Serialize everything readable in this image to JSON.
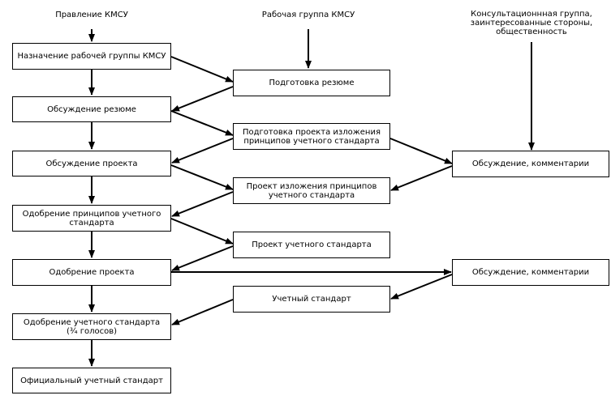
{
  "headers": {
    "left": "Правление КМСУ",
    "middle": "Рабочая группа КМСУ",
    "right": "Консультационнная группа,\nзаинтересованные стороны,\nобщественность"
  },
  "left_column": {
    "appoint_group": "Назначение рабочей группы КМСУ",
    "discuss_summary": "Обсуждение резюме",
    "discuss_project": "Обсуждение проекта",
    "approve_principles": "Одобрение принципов учетного\nстандарта",
    "approve_project": "Одобрение проекта",
    "approve_standard": "Одобрение учетного стандарта\n(¾ голосов)",
    "official_standard": "Официальный учетный стандарт"
  },
  "middle_column": {
    "prepare_summary": "Подготовка резюме",
    "prepare_principles_draft": "Подготовка проекта изложения\nпринципов учетного стандарта",
    "principles_draft": "Проект изложения принципов\nучетного стандарта",
    "standard_draft": "Проект учетного стандарта",
    "standard": "Учетный стандарт"
  },
  "right_column": {
    "discussion_1": "Обсуждение, комментарии",
    "discussion_2": "Обсуждение, комментарии"
  }
}
